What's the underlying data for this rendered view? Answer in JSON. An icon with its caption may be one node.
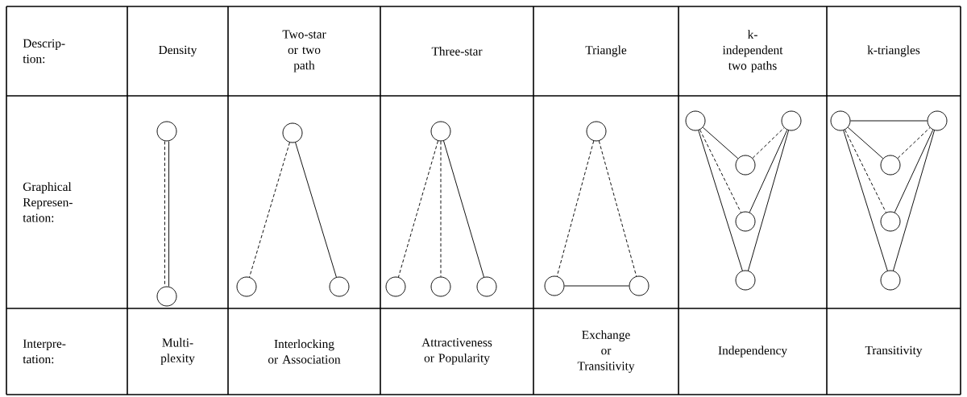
{
  "diagram": {
    "nodes": [
      {
        "text": [],
        "shape": "circle"
      },
      {
        "text": [],
        "shape": "circle"
      },
      {
        "text": [],
        "shape": "circle"
      },
      {
        "text": [],
        "shape": "circle"
      },
      {
        "text": [],
        "shape": "circle"
      },
      {
        "text": [],
        "shape": "circle"
      },
      {
        "text": [],
        "shape": "circle"
      },
      {
        "text": [],
        "shape": "circle"
      },
      {
        "text": [],
        "shape": "circle"
      },
      {
        "text": [],
        "shape": "circle"
      },
      {
        "text": [],
        "shape": "circle"
      },
      {
        "text": [],
        "shape": "circle"
      },
      {
        "text": [],
        "shape": "circle"
      },
      {
        "text": [],
        "shape": "circle"
      },
      {
        "text": [],
        "shape": "circle"
      },
      {
        "text": [],
        "shape": "circle"
      },
      {
        "text": [],
        "shape": "circle"
      },
      {
        "text": [],
        "shape": "circle"
      },
      {
        "text": [],
        "shape": "circle"
      },
      {
        "text": [],
        "shape": "circle"
      },
      {
        "text": [],
        "shape": "circle"
      },
      {
        "text": [],
        "shape": "circle"
      }
    ],
    "edges": [
      {
        "from": 0,
        "to": 1,
        "arrow": "none",
        "style": "dashed"
      },
      {
        "from": 0,
        "to": 1,
        "arrow": "none"
      },
      {
        "from": 2,
        "to": 3,
        "arrow": "none",
        "style": "dashed"
      },
      {
        "from": 2,
        "to": 4,
        "arrow": "none"
      },
      {
        "from": 5,
        "to": 6,
        "arrow": "none",
        "style": "dashed"
      },
      {
        "from": 5,
        "to": 7,
        "arrow": "none",
        "style": "dashed"
      },
      {
        "from": 5,
        "to": 8,
        "arrow": "none"
      },
      {
        "from": 9,
        "to": 10,
        "arrow": "none",
        "style": "dashed"
      },
      {
        "from": 9,
        "to": 11,
        "arrow": "none",
        "style": "dashed"
      },
      {
        "from": 10,
        "to": 11,
        "arrow": "none"
      },
      {
        "from": 12,
        "to": 14,
        "arrow": "none"
      },
      {
        "from": 14,
        "to": 13,
        "arrow": "none",
        "style": "dashed"
      },
      {
        "from": 12,
        "to": 15,
        "arrow": "none",
        "style": "dashed"
      },
      {
        "from": 15,
        "to": 13,
        "arrow": "none"
      },
      {
        "from": 12,
        "to": 16,
        "arrow": "none"
      },
      {
        "from": 16,
        "to": 13,
        "arrow": "none"
      },
      {
        "from": 17,
        "to": 18,
        "arrow": "none"
      },
      {
        "from": 17,
        "to": 19,
        "arrow": "none"
      },
      {
        "from": 19,
        "to": 18,
        "arrow": "none",
        "style": "dashed"
      },
      {
        "from": 17,
        "to": 20,
        "arrow": "none",
        "style": "dashed"
      },
      {
        "from": 20,
        "to": 18,
        "arrow": "none"
      },
      {
        "from": 17,
        "to": 21,
        "arrow": "none"
      },
      {
        "from": 21,
        "to": 18,
        "arrow": "none"
      }
    ],
    "labels": [
      "Descrip- tion:",
      "Density",
      "Two-star or two path",
      "Three-star",
      "Triangle",
      "k- independent two paths",
      "k-triangles",
      "Graphical Represen- tation:",
      "Interpre- tation:",
      "Multi- plexity",
      "Interlocking or Association",
      "Attractiveness or Popularity",
      "Exchange or Transitivity",
      "Independency",
      "Transitivity"
    ]
  }
}
